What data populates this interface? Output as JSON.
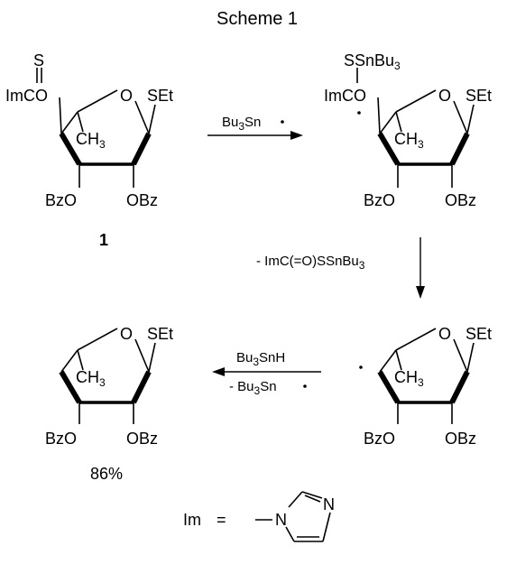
{
  "scheme": {
    "title": "Scheme 1",
    "compound_number": "1",
    "yield": "86%"
  },
  "labels": {
    "sulfur": "S",
    "im_thiono": "ImCO",
    "im_radical": "ImCO",
    "stannyl_thio": "SSnBu",
    "stannyl_thio_sub": "3",
    "methyl": "CH",
    "methyl_sub": "3",
    "set": "SEt",
    "obz": "OBz",
    "bzo": "BzO",
    "radical_dot": "·"
  },
  "arrows": {
    "step1_reagent": "Bu",
    "step1_sub": "3",
    "step1_tail": "Sn",
    "step2_reagent": "- ImC(=O)SSnBu",
    "step2_sub": "3",
    "step3_top": "Bu",
    "step3_top_sub": "3",
    "step3_top_tail": "SnH",
    "step3_bottom": "- Bu",
    "step3_bottom_sub": "3",
    "step3_bottom_tail": "Sn"
  },
  "imidazole": {
    "lhs": "Im",
    "equals": "=",
    "n1": "N",
    "n3": "N"
  }
}
